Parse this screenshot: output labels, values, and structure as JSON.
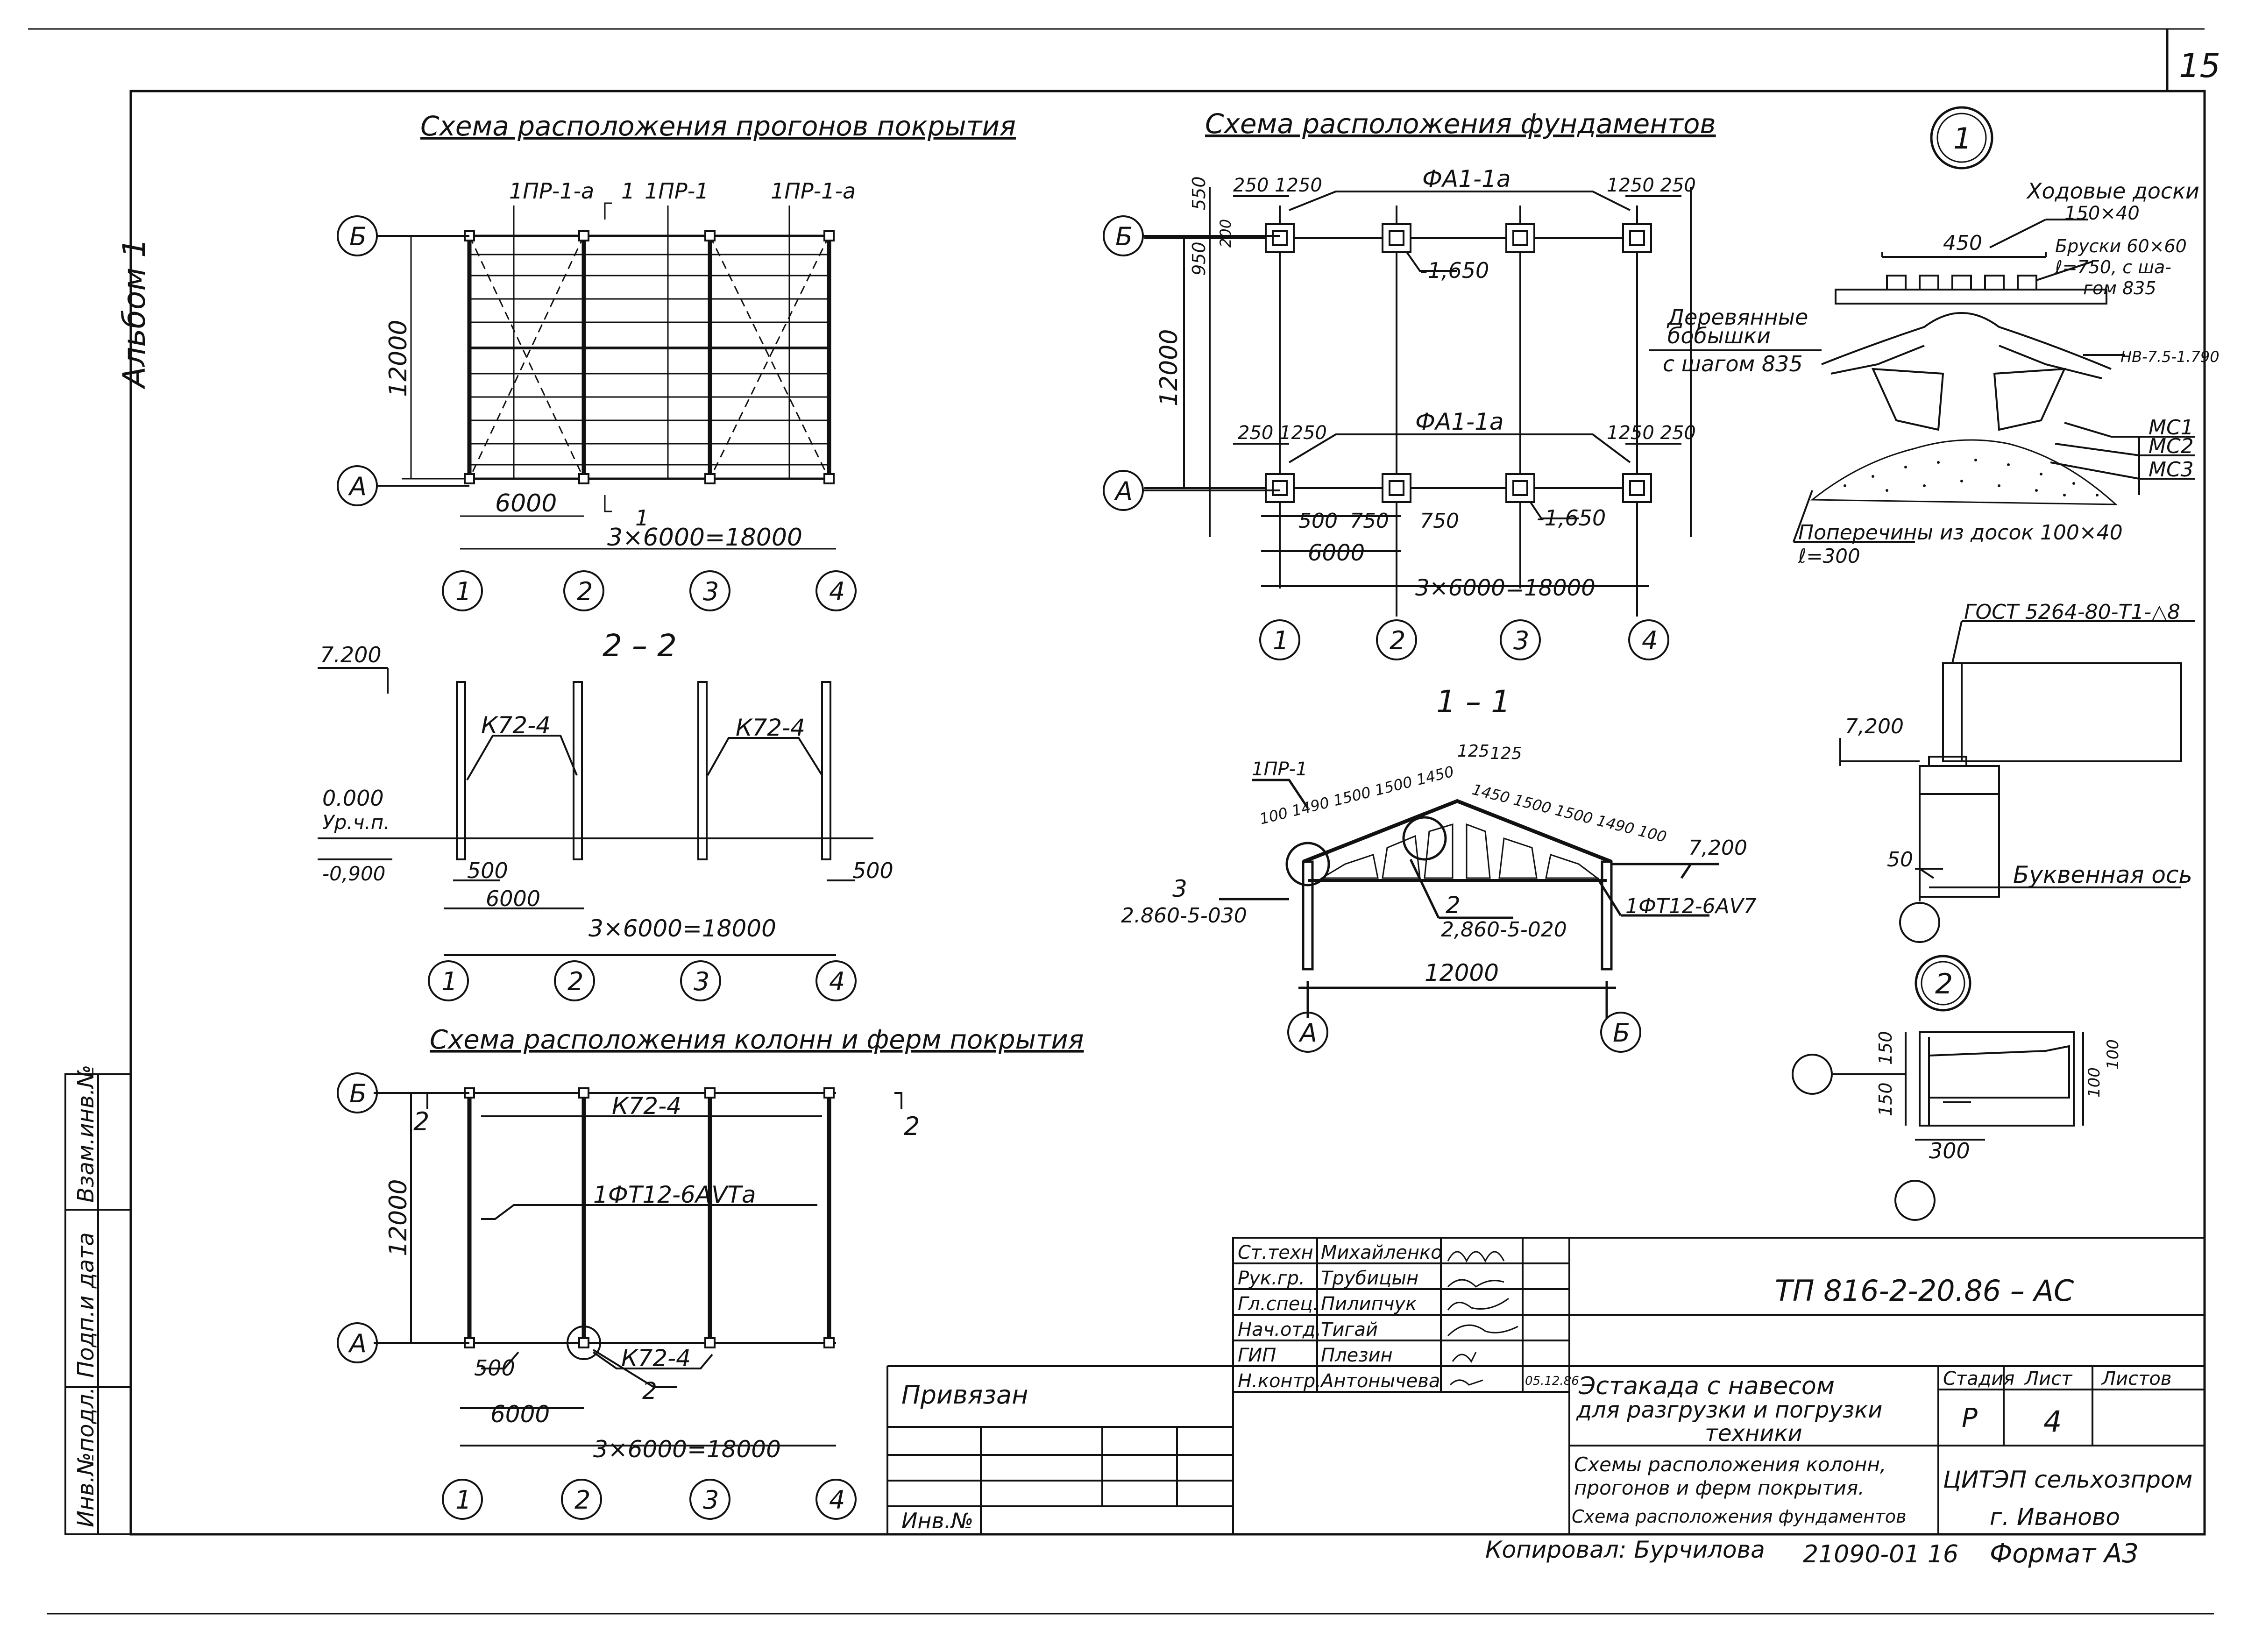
{
  "sheet_number": "15",
  "album": "Альбом 1",
  "left_stamp": [
    "Инв.№подл.",
    "Подп.и дата",
    "Взам.инв.№"
  ],
  "plan_purlins": {
    "title": "Схема расположения прогонов покрытия",
    "labels": {
      "p1a_left": "1ПР-1-а",
      "p1": "1ПР-1",
      "p1a_right": "1ПР-1-а",
      "sec_top": "1",
      "sec_bottom": "1"
    },
    "dims": {
      "span": "12000",
      "bay": "6000",
      "total": "3×6000=18000"
    }
  },
  "section_22": {
    "title": "2 – 2",
    "labels": {
      "top_level": "7.200",
      "zero": "0.000",
      "ground": "Ур.ч.п.",
      "bottom": "-0,900",
      "col_left": "К72-4",
      "col_right": "К72-4"
    },
    "dims": {
      "d500_left": "500",
      "d500_right": "500",
      "bay": "6000",
      "total": "3×6000=18000"
    }
  },
  "plan_columns": {
    "title": "Схема расположения колонн и ферм покрытия",
    "labels": {
      "col_top": "К72-4",
      "col_bottom": "К72-4",
      "truss": "1ФТ12-6АⅤТа",
      "node": "2",
      "cut_left": "2",
      "cut_right": "2"
    },
    "dims": {
      "span": "12000",
      "d500": "500",
      "bay": "6000",
      "total": "3×6000=18000"
    }
  },
  "plan_foundations": {
    "title": "Схема расположения фундаментов",
    "labels": {
      "fa_top": "ФА1-1а",
      "fa_bottom": "ФА1-1а",
      "lvl_top": "-1,650",
      "lvl_bottom": "-1,650",
      "d250_1250_l": "250 1250",
      "d1250_250_r": "1250 250",
      "d250_1250_l2": "250 1250",
      "d1250_250_r2": "1250 250"
    },
    "dims": {
      "span": "12000",
      "d550": "550",
      "d950": "950",
      "d200": "200",
      "d500": "500",
      "d750a": "750",
      "d750b": "750",
      "bay": "6000",
      "total": "3×6000=18000"
    }
  },
  "section_11": {
    "title": "1 – 1",
    "labels": {
      "p1": "1ПР-1",
      "node3": "3",
      "node3_ref": "2.860-5-030",
      "node2": "2",
      "node2_ref": "2,860-5-020",
      "truss": "1ФТ12-6АⅤ7",
      "level": "7,200",
      "top_dims": "100 1490 1500 1500 1450",
      "top_dims_r": "1450 1500 1500 1490 100",
      "d125a": "125",
      "d125b": "125"
    },
    "dims": {
      "span": "12000"
    }
  },
  "detail_1": {
    "title": "1",
    "labels": {
      "boards": "Ходовые доски",
      "boards_size": "150×40",
      "bars": "Бруски 60×60",
      "bars_len": "ℓ=750, с ша-",
      "bars_step": "гом 835",
      "bosses": "Деревянные",
      "bosses2": "бобышки",
      "bosses3": "с шагом 835",
      "bolt": "НВ-7.5-1.790",
      "mc1": "МС1",
      "mc2": "МС2",
      "mc3": "МС3",
      "cross": "Поперечины из досок 100×40",
      "cross_len": "ℓ=300",
      "d450": "450"
    }
  },
  "detail_col": {
    "labels": {
      "gost": "ГОСТ 5264-80-Т1-△8",
      "level": "7,200",
      "d50": "50",
      "axis": "Буквенная ось"
    }
  },
  "detail_2": {
    "title": "2",
    "labels": {
      "d150a": "150",
      "d150b": "150",
      "d100a": "100",
      "d100b": "100",
      "d300": "300"
    }
  },
  "axes": {
    "letters": [
      "Б",
      "А"
    ],
    "numbers": [
      "1",
      "2",
      "3",
      "4"
    ]
  },
  "title_block": {
    "code": "ТП 816-2-20.86 – АС",
    "staff": [
      {
        "role": "Ст.техн",
        "name": "Михайленко"
      },
      {
        "role": "Рук.гр.",
        "name": "Трубицын"
      },
      {
        "role": "Гл.спец.",
        "name": "Пилипчук"
      },
      {
        "role": "Нач.отд.",
        "name": "Тигай"
      },
      {
        "role": "ГИП",
        "name": "Плезин"
      },
      {
        "role": "Н.контр.",
        "name": "Антонычева"
      }
    ],
    "date": "05.12.86",
    "bound": "Привязан",
    "inv": "Инв.№",
    "object": [
      "Эстакада с навесом",
      "для разгрузки и погрузки",
      "техники"
    ],
    "content": [
      "Схемы расположения колонн,",
      "прогонов и ферм покрытия.",
      "Схема расположения фундаментов"
    ],
    "stage_header": "Стадия",
    "sheet_header": "Лист",
    "sheets_header": "Листов",
    "stage": "Р",
    "sheet": "4",
    "org": [
      "ЦИТЭП сельхозпром",
      "г. Иваново"
    ]
  },
  "footer": {
    "copied": "Копировал: Бурчилова",
    "order": "21090-01 16",
    "format": "Формат А3"
  }
}
